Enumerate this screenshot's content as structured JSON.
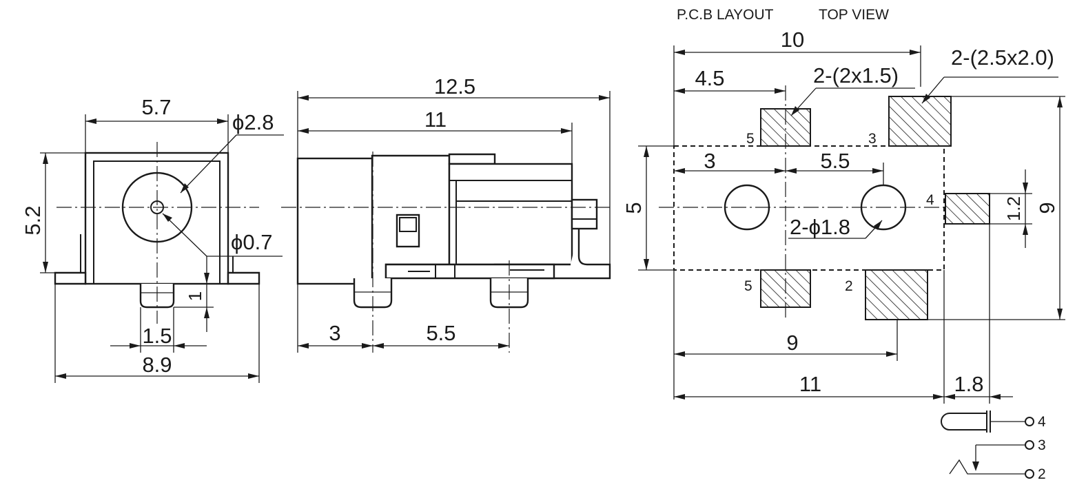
{
  "header": {
    "pcb_layout": "P.C.B LAYOUT",
    "top_view": "TOP VIEW"
  },
  "front_view": {
    "dims": {
      "width_top": "5.7",
      "hole_dia": "ϕ2.8",
      "pin_dia": "ϕ0.7",
      "height": "5.2",
      "leg": "1",
      "leg_width": "1.5",
      "overall_width": "8.9"
    }
  },
  "side_view": {
    "dims": {
      "overall_length": "12.5",
      "body_length": "11",
      "pin_offset": "3",
      "pin_pitch": "5.5"
    }
  },
  "pcb_view": {
    "dims": {
      "top_width": "10",
      "pad_offset": "4.5",
      "small_pads": "2-(2x1.5)",
      "large_pads": "2-(2.5x2.0)",
      "height": "5",
      "hole_offset": "3",
      "hole_pitch": "5.5",
      "holes": "2-ϕ1.8",
      "pad4_height": "1.2",
      "overall_height": "9",
      "bottom_span": "9",
      "bottom_width": "11",
      "tab_length": "1.8"
    },
    "pin_labels": {
      "pin5_top": "5",
      "pin3": "3",
      "pin4": "4",
      "pin5_bottom": "5",
      "pin2": "2"
    }
  },
  "schematic": {
    "pins": [
      "4",
      "3",
      "2"
    ]
  }
}
